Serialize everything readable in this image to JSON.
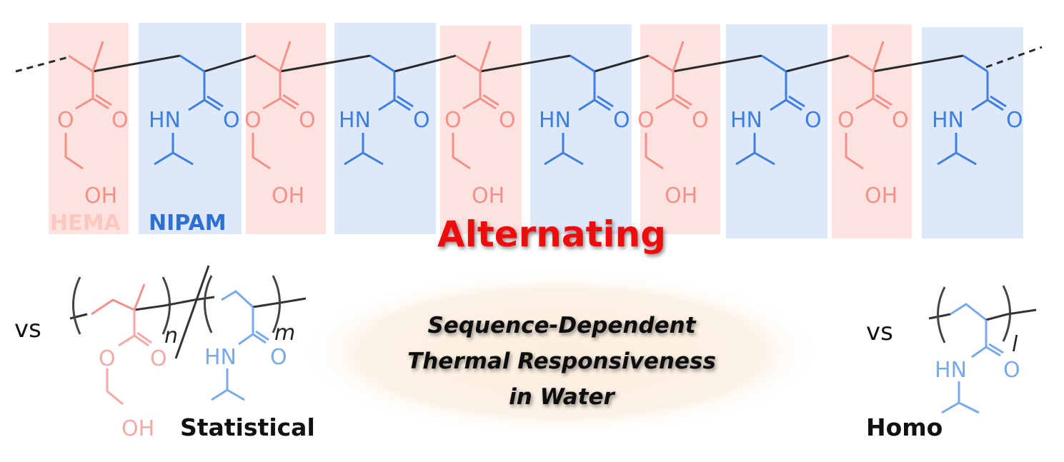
{
  "colors": {
    "hema": "#f4908a",
    "hema_light": "#f6a9a4",
    "hema_box": "#fde3df",
    "nipam": "#3d7ee0",
    "nipam_light": "#7aa9ea",
    "nipam_box": "#dde9fb",
    "backbone": "#2a2a2a",
    "alternating": "#ee1111",
    "ellipse": "#fbefe0"
  },
  "monomers": {
    "hema_label": "HEMA",
    "nipam_label": "NIPAM"
  },
  "atoms": {
    "O": "O",
    "OH": "OH",
    "HN": "HN"
  },
  "titles": {
    "alternating": "Alternating",
    "statistical": "Statistical",
    "homo": "Homo",
    "vs": "vs"
  },
  "subscripts": {
    "n": "n",
    "m": "m",
    "l": "l"
  },
  "center_text": {
    "line1": "Sequence-Dependent",
    "line2": "Thermal Responsiveness",
    "line3": "in Water"
  }
}
